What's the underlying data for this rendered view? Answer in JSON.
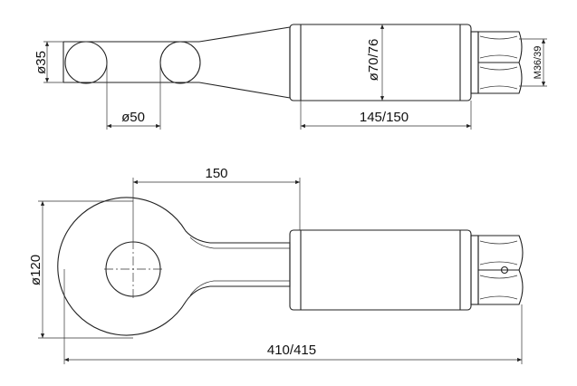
{
  "dimensions": {
    "top_shank_dia": "ø35",
    "top_eye_dia": "ø50",
    "top_body_dia": "ø70/76",
    "top_body_length": "145/150",
    "top_thread": "M36/39",
    "bottom_eye_offset": "150",
    "bottom_eye_dia": "ø120",
    "bottom_overall_length": "410/415"
  }
}
